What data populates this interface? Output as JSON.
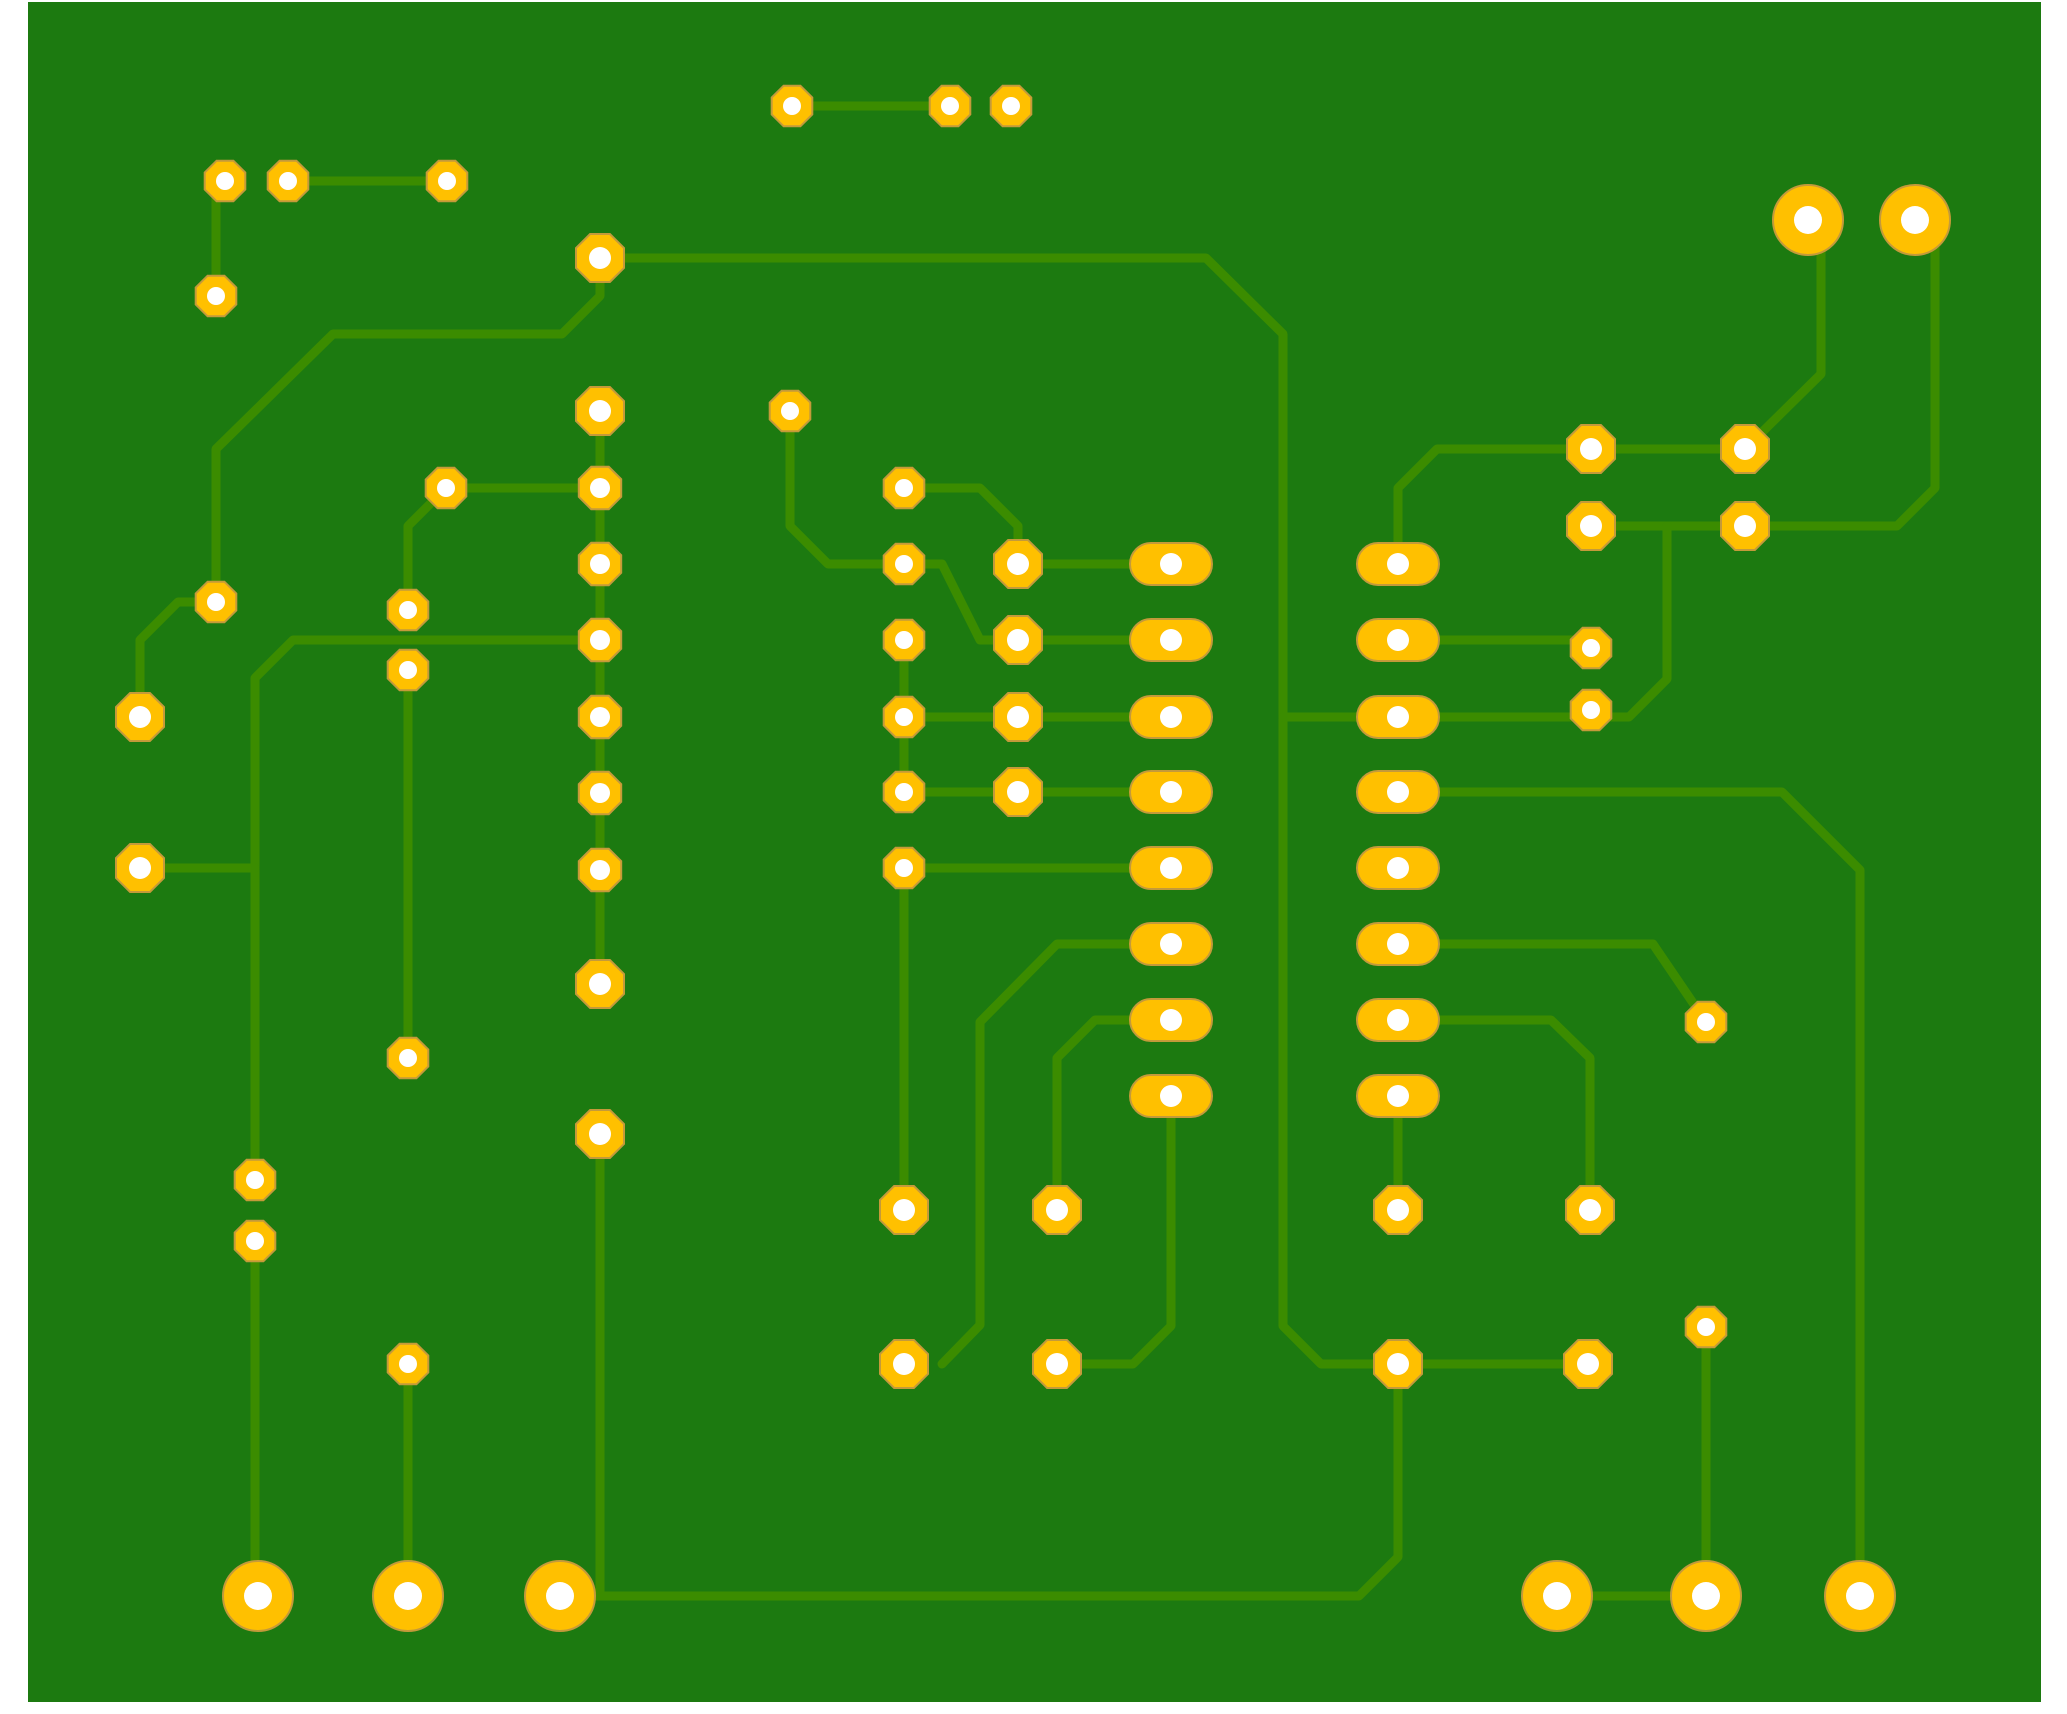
{
  "colors": {
    "page_background": "#ffffff",
    "board": "#1c7a10",
    "trace": "#3b8c00",
    "pad": "#ffc000",
    "pad_outline": "#c49a3a",
    "drill": "#ffffff"
  },
  "board": {
    "layer": "bottom copper",
    "title": ""
  },
  "components": [
    {
      "name": "top-header",
      "pads": 3
    },
    {
      "name": "upper-left-header",
      "pads": 3
    },
    {
      "name": "upper-left-pin",
      "pads": 1
    },
    {
      "name": "ic-left-column",
      "pads": 8
    },
    {
      "name": "ic-right-column",
      "pads": 8
    },
    {
      "name": "dc-jack",
      "pads": 2
    },
    {
      "name": "bottom-left-terminals",
      "pads": 3
    },
    {
      "name": "bottom-right-terminals",
      "pads": 3
    }
  ]
}
